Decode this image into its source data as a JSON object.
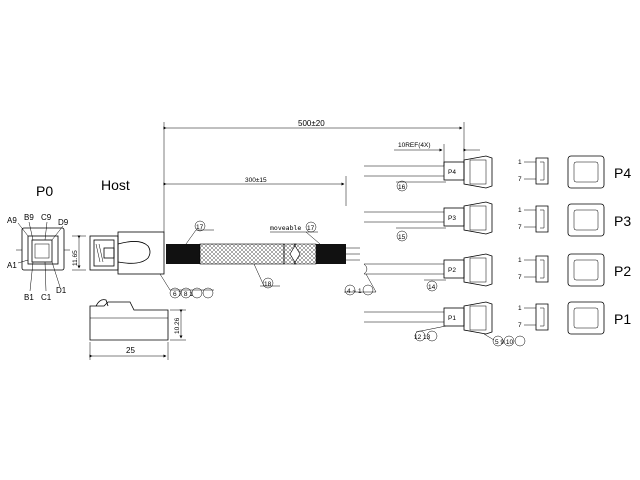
{
  "labels": {
    "p0": "P0",
    "host": "Host",
    "p4": "P4",
    "p3": "P3",
    "p2": "P2",
    "p1": "P1"
  },
  "pins": {
    "a9": "A9",
    "b9": "B9",
    "c9": "C9",
    "d9": "D9",
    "a1": "A1",
    "b1": "B1",
    "c1": "C1",
    "d1": "D1",
    "one": "1",
    "seven": "7"
  },
  "dimensions": {
    "total_length": "500±20",
    "mesh_length": "300±15",
    "breakout_ref": "10REF(4X)",
    "height": "11.65",
    "body_height": "10.26",
    "body_width": "25",
    "moveable": "moveable"
  },
  "callouts": {
    "c17": "17",
    "c18": "18",
    "c6781": "6 7 8 1",
    "c4_1": "4 ~ 1",
    "c16": "16",
    "c15": "15",
    "c14": "14",
    "c1213": "12 13",
    "c5910": "5 9 10"
  },
  "connector_text": {
    "p4": "P4",
    "p3": "P3",
    "p2": "P2",
    "p1": "P1"
  }
}
